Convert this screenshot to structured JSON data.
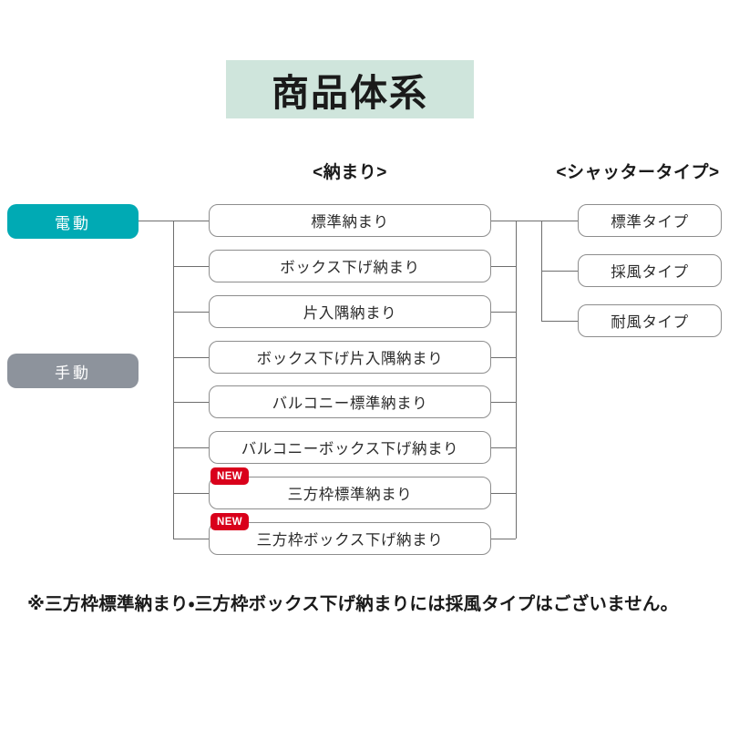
{
  "title": "商品体系",
  "title_bg": "#cfe5dc",
  "headers": {
    "nawari": "<納まり>",
    "shutter": "<シャッタータイプ>"
  },
  "drive_modes": [
    {
      "label": "電動",
      "color": "#00aab4"
    },
    {
      "label": "手動",
      "color": "#8d939c"
    }
  ],
  "nawari_items": [
    {
      "label": "標準納まり",
      "badge": ""
    },
    {
      "label": "ボックス下げ納まり",
      "badge": ""
    },
    {
      "label": "片入隅納まり",
      "badge": ""
    },
    {
      "label": "ボックス下げ片入隅納まり",
      "badge": ""
    },
    {
      "label": "バルコニー標準納まり",
      "badge": ""
    },
    {
      "label": "バルコニーボックス下げ納まり",
      "badge": ""
    },
    {
      "label": "三方枠標準納まり",
      "badge": "NEW"
    },
    {
      "label": "三方枠ボックス下げ納まり",
      "badge": "NEW"
    }
  ],
  "shutter_types": [
    {
      "label": "標準タイプ"
    },
    {
      "label": "採風タイプ"
    },
    {
      "label": "耐風タイプ"
    }
  ],
  "badge_color": "#d9001b",
  "line_color": "#6e6e6e",
  "footnote": "※三方枠標準納まり・三方枠ボックス下げ納まりには採風タイプはございません。"
}
